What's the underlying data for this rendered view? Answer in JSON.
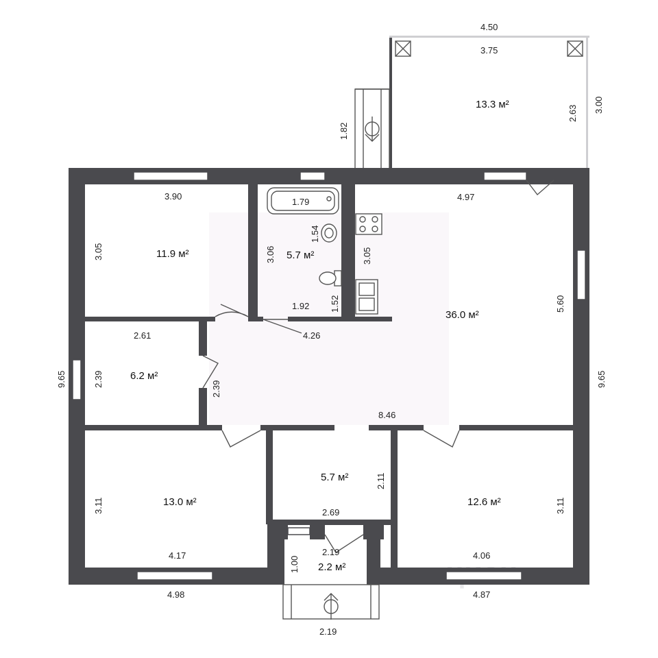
{
  "rooms": [
    {
      "id": "bedroom-nw",
      "area": "11.9 м²",
      "dims": [
        "3.90",
        "3.05"
      ]
    },
    {
      "id": "bathroom",
      "area": "5.7 м²",
      "dims": [
        "1.79",
        "1.54",
        "3.06",
        "1.92",
        "1.52"
      ]
    },
    {
      "id": "kitchen-living",
      "area": "36.0 м²",
      "dims": [
        "4.97",
        "3.05",
        "5.60"
      ]
    },
    {
      "id": "storage",
      "area": "6.2 м²",
      "dims": [
        "2.61",
        "2.39",
        "2.39"
      ]
    },
    {
      "id": "hall",
      "dims": [
        "4.26",
        "8.46"
      ]
    },
    {
      "id": "bedroom-sw",
      "area": "13.0 м²",
      "dims": [
        "3.11",
        "4.17",
        "4.98"
      ]
    },
    {
      "id": "entry",
      "area": "5.7 м²",
      "dims": [
        "2.11",
        "2.69"
      ]
    },
    {
      "id": "vestibule",
      "area": "2.2 м²",
      "dims": [
        "2.19",
        "1.00",
        "2.19"
      ]
    },
    {
      "id": "bedroom-se",
      "area": "12.6 м²",
      "dims": [
        "3.11",
        "4.06",
        "4.87"
      ]
    },
    {
      "id": "terrace",
      "area": "13.3 м²",
      "dims": [
        "4.50",
        "3.75",
        "2.63",
        "3.00",
        "1.82"
      ]
    }
  ],
  "overall": {
    "left_height": "9.65",
    "right_height": "9.65"
  },
  "watermark": "циан"
}
